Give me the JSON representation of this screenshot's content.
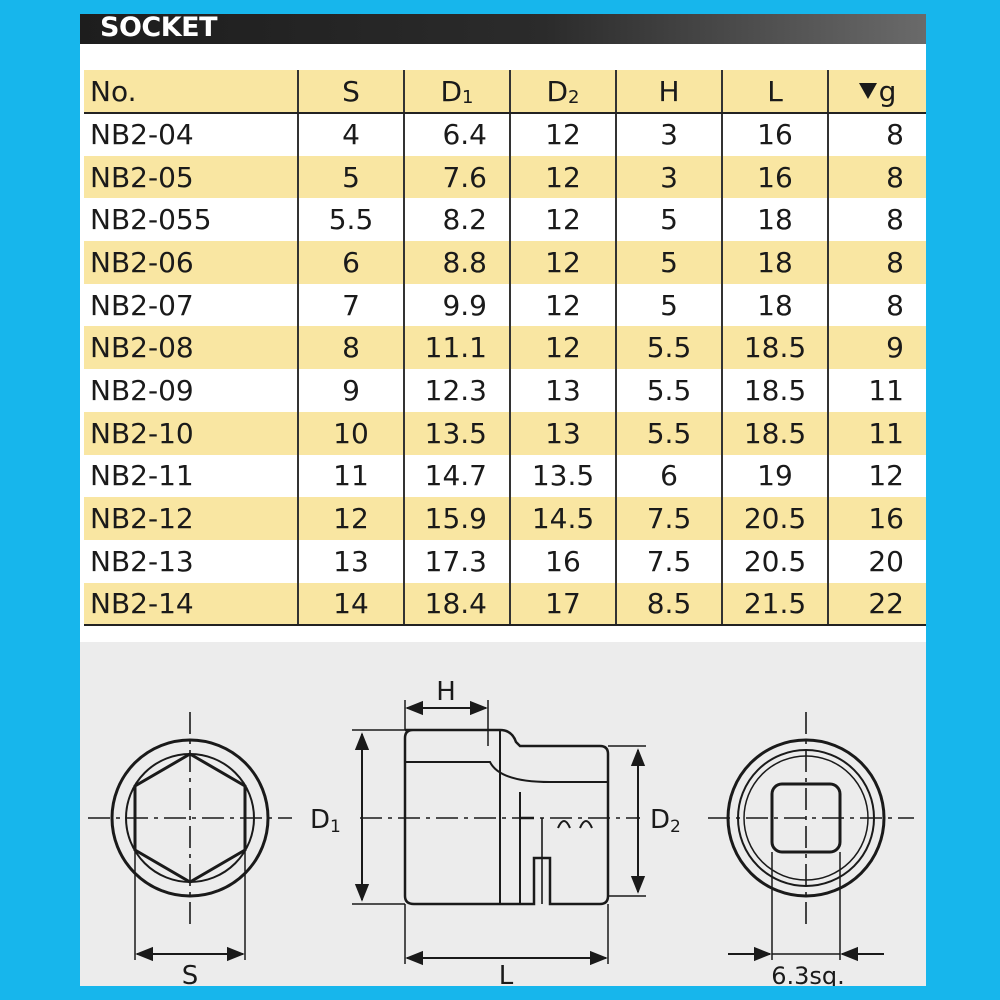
{
  "section": {
    "title": "SOCKET"
  },
  "table": {
    "headers": [
      "No.",
      "S",
      "D",
      "D",
      "H",
      "L",
      "g"
    ],
    "header_subscripts": [
      "",
      "",
      "1",
      "2",
      "",
      "",
      ""
    ],
    "rows": [
      [
        "NB2-04",
        "4",
        "6.4",
        "12",
        "3",
        "16",
        "8"
      ],
      [
        "NB2-05",
        "5",
        "7.6",
        "12",
        "3",
        "16",
        "8"
      ],
      [
        "NB2-055",
        "5.5",
        "8.2",
        "12",
        "5",
        "18",
        "8"
      ],
      [
        "NB2-06",
        "6",
        "8.8",
        "12",
        "5",
        "18",
        "8"
      ],
      [
        "NB2-07",
        "7",
        "9.9",
        "12",
        "5",
        "18",
        "8"
      ],
      [
        "NB2-08",
        "8",
        "11.1",
        "12",
        "5.5",
        "18.5",
        "9"
      ],
      [
        "NB2-09",
        "9",
        "12.3",
        "13",
        "5.5",
        "18.5",
        "11"
      ],
      [
        "NB2-10",
        "10",
        "13.5",
        "13",
        "5.5",
        "18.5",
        "11"
      ],
      [
        "NB2-11",
        "11",
        "14.7",
        "13.5",
        "6",
        "19",
        "12"
      ],
      [
        "NB2-12",
        "12",
        "15.9",
        "14.5",
        "7.5",
        "20.5",
        "16"
      ],
      [
        "NB2-13",
        "13",
        "17.3",
        "16",
        "7.5",
        "20.5",
        "20"
      ],
      [
        "NB2-14",
        "14",
        "18.4",
        "17",
        "8.5",
        "21.5",
        "22"
      ]
    ]
  },
  "diagram": {
    "label_h": "H",
    "label_d1": "D",
    "label_d1_sub": "1",
    "label_d2": "D",
    "label_d2_sub": "2",
    "label_s": "S",
    "label_l": "L",
    "label_drive": "6.3sq."
  },
  "colors": {
    "background": "#17b6ec",
    "row_highlight": "#f9e6a2",
    "title_bar": "#1d1d1d"
  }
}
